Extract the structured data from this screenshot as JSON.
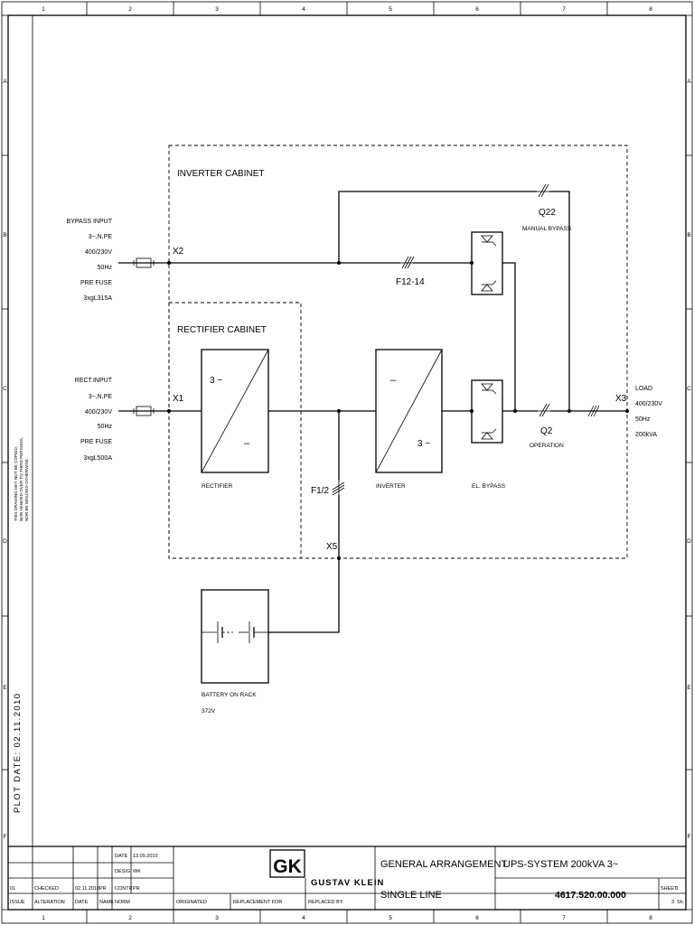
{
  "frame": {
    "columns": [
      "1",
      "2",
      "3",
      "4",
      "5",
      "6",
      "7",
      "8"
    ],
    "rows": [
      "A",
      "B",
      "C",
      "D",
      "E",
      "F"
    ]
  },
  "side_notes": {
    "copyright": [
      "THIS DRAWING MAY NOT BE COPIED,",
      "NOR HANDED OVER TO THIRD PERSONS,",
      "NOR BE MISUSED OTHERWISE."
    ],
    "plot_date": "PLOT DATE: 02.11.2010"
  },
  "cabinets": {
    "inverter": "INVERTER CABINET",
    "rectifier": "RECTIFIER CABINET"
  },
  "bypass_input": {
    "lines": [
      "BYPASS INPUT",
      "3~,N,PE",
      "400/230V",
      "50Hz",
      "PRE FUSE",
      "3xgL315A"
    ]
  },
  "rect_input": {
    "lines": [
      "RECT.INPUT",
      "3~,N,PE",
      "400/230V",
      "50Hz",
      "PRE FUSE",
      "3xgL500A"
    ]
  },
  "load": {
    "lines": [
      "LOAD",
      "400/230V",
      "50Hz",
      "200kVA"
    ]
  },
  "terminals": {
    "x1": "X1",
    "x2": "X2",
    "x3": "X3",
    "x5": "X5"
  },
  "devices": {
    "q22": "Q22",
    "manual_bypass": "MANUAL BYPASS",
    "f12_14": "F12-14",
    "q2": "Q2",
    "operation": "OPERATION",
    "f1_2": "F1/2",
    "rectifier": "RECTIFIER",
    "rectifier_in": "3 ~",
    "rectifier_out": "–",
    "inverter": "INVERTER",
    "inverter_in": "–",
    "inverter_out": "3 ~",
    "el_bypass": "EL. BYPASS",
    "battery": "BATTERY ON RACK",
    "battery_voltage": "372V"
  },
  "title_block": {
    "rows": [
      {
        "issue": "",
        "alteration": "",
        "date": "",
        "name": "",
        "field": "DATE",
        "value": "13.09.2010"
      },
      {
        "issue": "",
        "alteration": "",
        "date": "",
        "name": "",
        "field": "DESIG",
        "value": "WK"
      },
      {
        "issue": "01",
        "alteration": "CHECKED",
        "date": "02.11.2010",
        "name": "PR",
        "field": "CONTR",
        "value": "PR"
      }
    ],
    "footer": {
      "issue": "ISSUE",
      "alteration": "ALTERATION",
      "date": "DATE",
      "name": "NAME",
      "norm": "NORM",
      "originated": "ORIGINATED",
      "replacement_for": "REPLACEMENT FOR",
      "replaced_by": "REPLACED BY"
    },
    "logo": "GK",
    "company": "GUSTAV KLEIN",
    "title_1": "GENERAL ARRANGEMENT",
    "title_2": "SINGLE LINE",
    "product": "UPS-SYSTEM 200kVA 3~",
    "drawing_number": "4617.520.00.000",
    "sheet_label": "SHEET",
    "sheet_number": "1",
    "total_sheets": "3",
    "sheets_suffix": "Sh."
  }
}
